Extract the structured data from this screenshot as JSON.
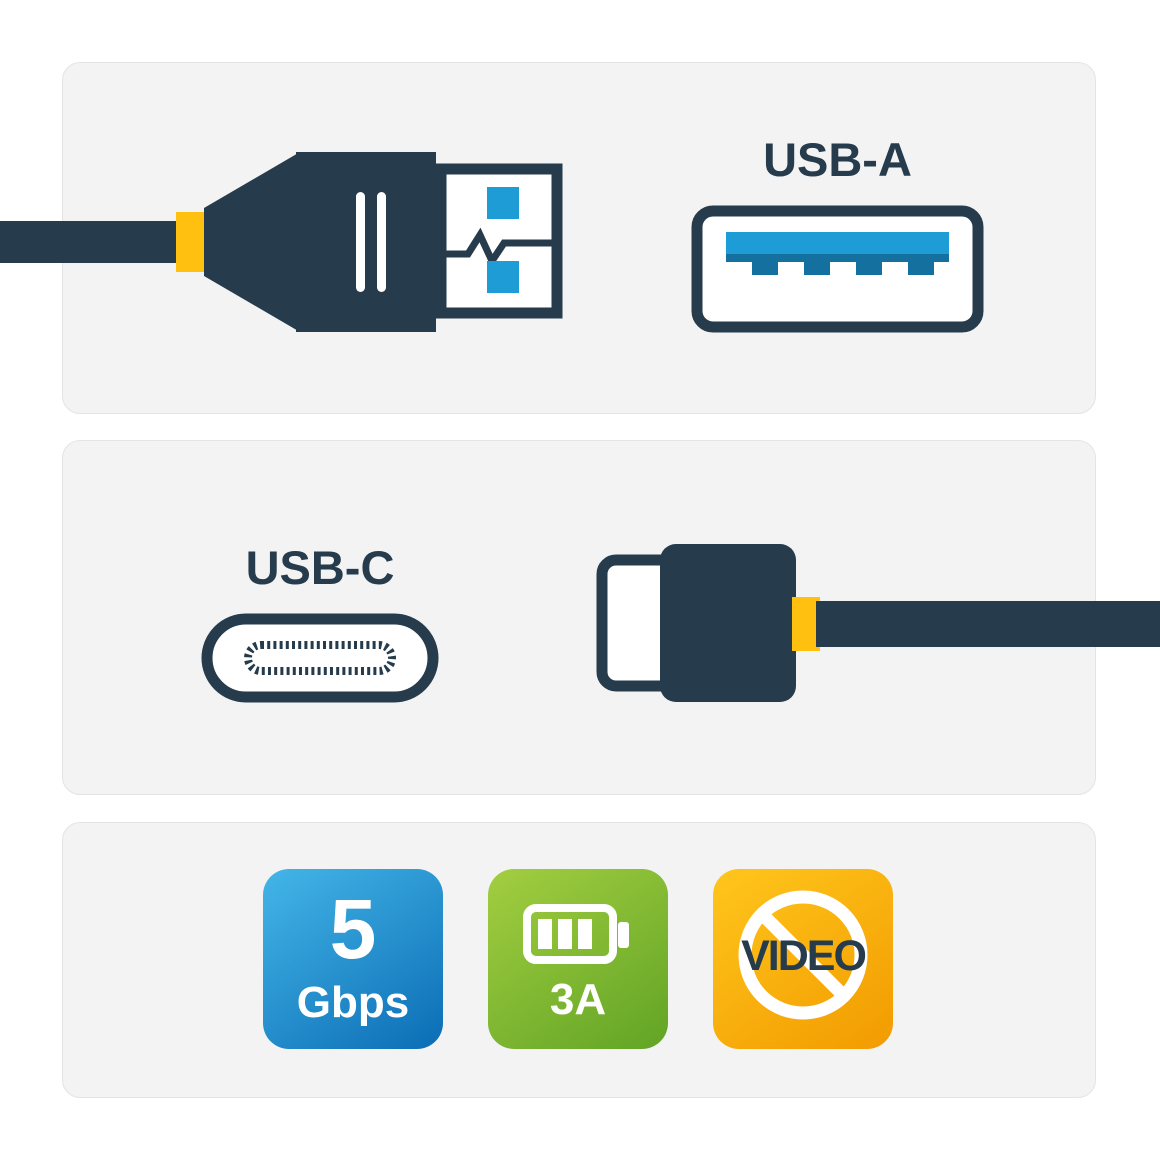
{
  "sections": {
    "usb_a": {
      "label": "USB-A"
    },
    "usb_c": {
      "label": "USB-C"
    }
  },
  "badges": {
    "speed": {
      "value": "5",
      "unit": "Gbps"
    },
    "power": {
      "value": "3A"
    },
    "video": {
      "label": "VIDEO"
    }
  },
  "icons": [
    "usb-a-plug-icon",
    "usb-a-port-icon",
    "usb-c-port-icon",
    "usb-c-plug-icon",
    "battery-icon",
    "no-video-icon"
  ],
  "colors": {
    "navy": "#263b4c",
    "blue": "#1e9cd6",
    "blue_dark": "#14719f",
    "yellow": "#ffc010",
    "panel_bg": "#f3f3f3",
    "panel_border": "#e4e4e4",
    "white": "#ffffff",
    "badge_blue_1": "#44b6e8",
    "badge_blue_2": "#0b6db5",
    "badge_green_1": "#a3ce41",
    "badge_green_2": "#61a425",
    "badge_yellow_1": "#ffc61c",
    "badge_yellow_2": "#f29b00"
  }
}
